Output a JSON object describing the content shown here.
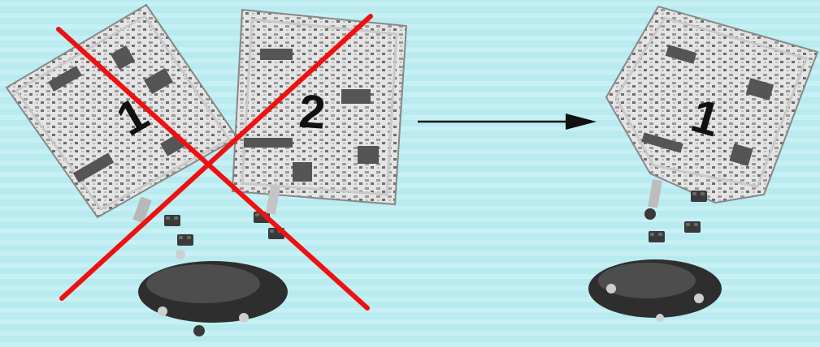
{
  "instruction": {
    "crossed_out": {
      "bags": [
        {
          "label": "1"
        },
        {
          "label": "2"
        }
      ],
      "cross_color": "#ee1111"
    },
    "arrow": {
      "color": "#111111"
    },
    "correct": {
      "bags": [
        {
          "label": "1"
        }
      ]
    }
  }
}
